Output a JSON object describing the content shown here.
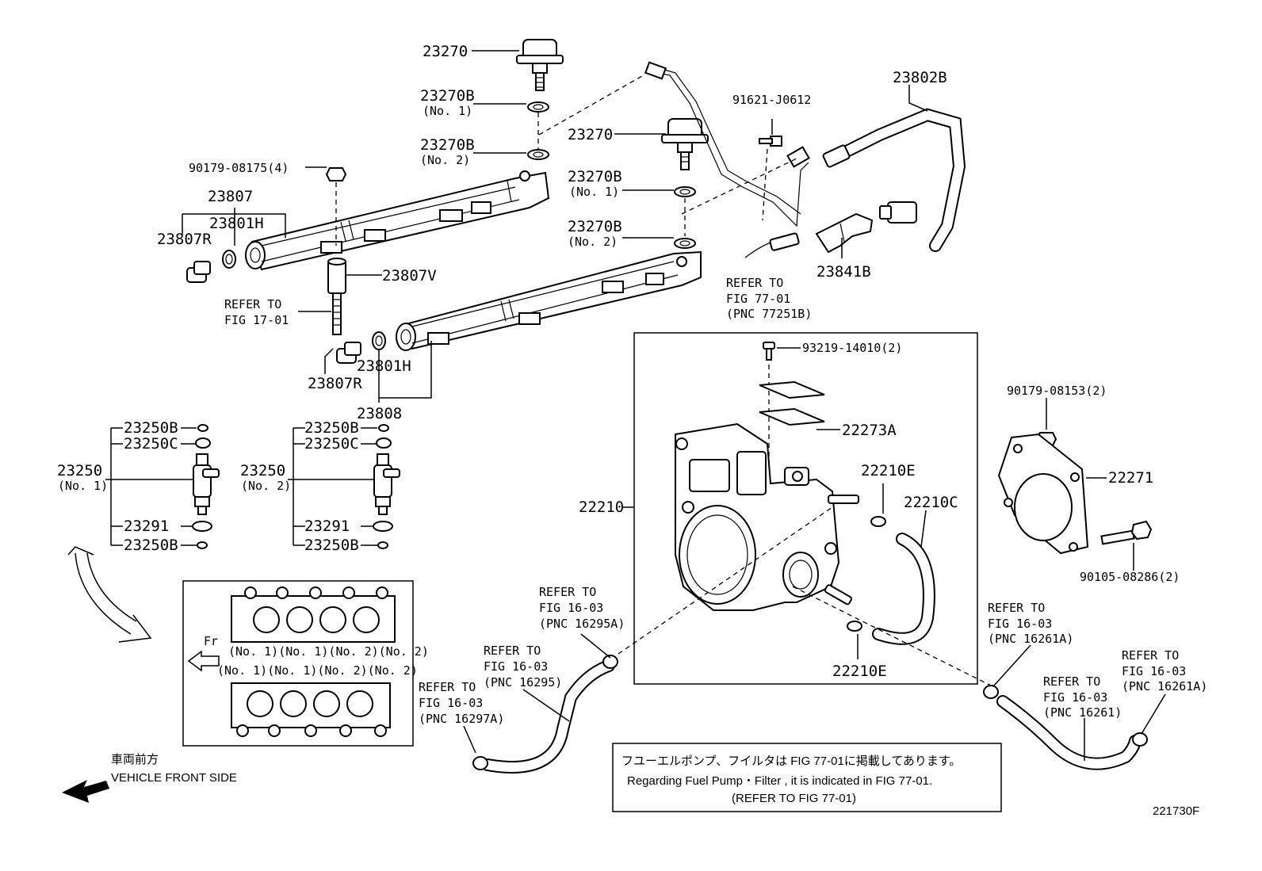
{
  "labels": {
    "p23270a": "23270",
    "p23270b1a": "23270B",
    "no1a": "(No. 1)",
    "p23270b2a": "23270B",
    "no2a": "(No. 2)",
    "p23270c": "23270",
    "p23270b1c": "23270B",
    "no1c": "(No. 1)",
    "p23270b2c": "23270B",
    "no2c": "(No. 2)",
    "p9017908175": "90179-08175(4)",
    "p23807": "23807",
    "p23801h_a": "23801H",
    "p23807r_a": "23807R",
    "p23807v": "23807V",
    "p23801h_b": "23801H",
    "p23807r_b": "23807R",
    "p23808": "23808",
    "p91621": "91621-J0612",
    "p23802b": "23802B",
    "p23841b": "23841B",
    "p93219": "93219-14010(2)",
    "p22273a": "22273A",
    "p22210": "22210",
    "p22210e_a": "22210E",
    "p22210c": "22210C",
    "p22210e_b": "22210E",
    "p9017908153": "90179-08153(2)",
    "p22271": "22271",
    "p9010508286": "90105-08286(2)",
    "inj1_250b_top": "23250B",
    "inj1_250c": "23250C",
    "inj1_main": "23250",
    "inj1_no": "(No. 1)",
    "inj1_291": "23291",
    "inj1_250b_bot": "23250B",
    "inj2_250b_top": "23250B",
    "inj2_250c": "23250C",
    "inj2_main": "23250",
    "inj2_no": "(No. 2)",
    "inj2_291": "23291",
    "inj2_250b_bot": "23250B",
    "diagram_id": "221730F"
  },
  "refs": {
    "fig1701_l1": "REFER TO",
    "fig1701_l2": "FIG 17-01",
    "fig7701_l1": "REFER TO",
    "fig7701_l2": "FIG 77-01",
    "fig7701_l3": "(PNC 77251B)",
    "r16295a_l1": "REFER TO",
    "r16295a_l2": "FIG 16-03",
    "r16295a_l3": "(PNC 16295A)",
    "r16295_l1": "REFER TO",
    "r16295_l2": "FIG 16-03",
    "r16295_l3": "(PNC 16295)",
    "r16297a_l1": "REFER TO",
    "r16297a_l2": "FIG 16-03",
    "r16297a_l3": "(PNC 16297A)",
    "r16261a_l1": "REFER TO",
    "r16261a_l2": "FIG 16-03",
    "r16261a_l3": "(PNC 16261A)",
    "r16261_l1": "REFER TO",
    "r16261_l2": "FIG 16-03",
    "r16261_l3": "(PNC 16261)",
    "r16261a2_l1": "REFER TO",
    "r16261a2_l2": "FIG 16-03",
    "r16261a2_l3": "(PNC 16261A)"
  },
  "inset": {
    "fr": "Fr",
    "top_labels": "(No. 1)(No. 1)(No. 2)(No. 2)",
    "bottom_labels": "(No. 1)(No. 1)(No. 2)(No. 2)"
  },
  "vehicle": {
    "jp": "車両前方",
    "en": "VEHICLE FRONT SIDE"
  },
  "note": {
    "line1": "フユーエルポンプ、フイルタは FIG 77-01に掲載してあります。",
    "line2": "Regarding Fuel Pump・Filter , it is indicated in FIG 77-01.",
    "line3": "(REFER TO FIG 77-01)"
  }
}
